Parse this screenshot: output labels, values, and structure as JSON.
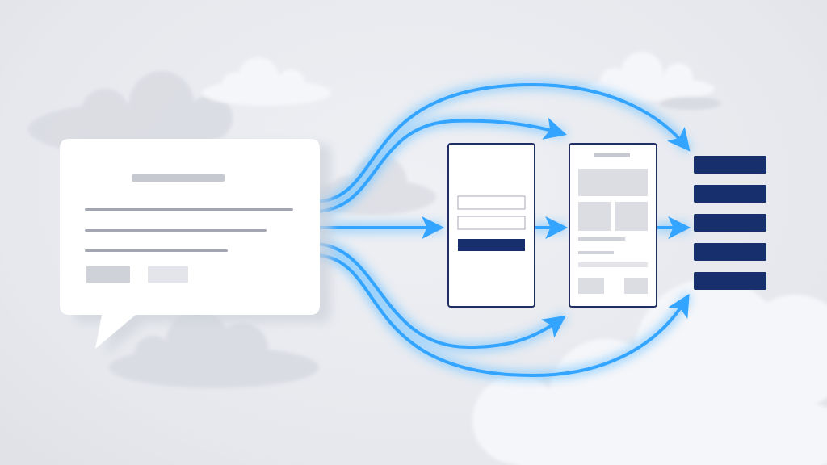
{
  "diagram": {
    "kind": "flow-diagram",
    "palette": {
      "background": "#e8e9ee",
      "cloud_light": "#f5f6f9",
      "cloud_dark": "#d9dbe2",
      "bubble": "#ffffff",
      "bubble_shadow": "#cfd2da",
      "flow_core": "#33a4ff",
      "flow_glow": "#7ec8ff",
      "frame_border": "#1f2f66",
      "placeholder": "#d6d8de",
      "placeholder_light": "#e4e5ea",
      "navy": "#182f6e"
    },
    "nodes": {
      "source": {
        "icon": "chat-bubble-icon",
        "text_lines": 4,
        "buttons": 2
      },
      "form_screen": {
        "icon": "form-screen-icon",
        "fields": 2,
        "has_submit": true
      },
      "content_screen": {
        "icon": "content-screen-icon",
        "blocks": 4
      },
      "output_list": {
        "icon": "list-stack-icon",
        "items": 5
      }
    },
    "edges": [
      {
        "from": "source",
        "to": "output_list",
        "route": "upper-arc"
      },
      {
        "from": "source",
        "to": "content_screen",
        "route": "upper"
      },
      {
        "from": "source",
        "to": "form_screen",
        "route": "direct"
      },
      {
        "from": "form_screen",
        "to": "content_screen",
        "route": "direct"
      },
      {
        "from": "content_screen",
        "to": "output_list",
        "route": "direct"
      },
      {
        "from": "source",
        "to": "content_screen",
        "route": "lower"
      },
      {
        "from": "source",
        "to": "output_list",
        "route": "lower-arc"
      }
    ]
  }
}
